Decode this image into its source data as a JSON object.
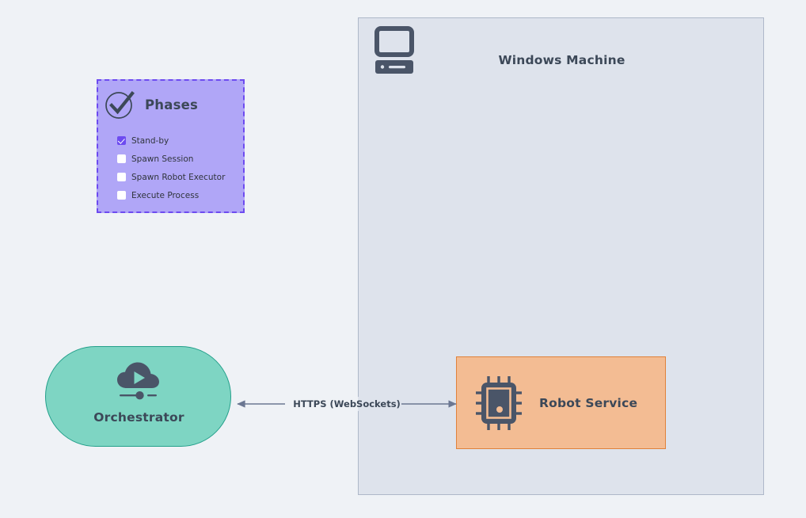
{
  "diagram": {
    "background_color": "#eff2f6",
    "machine": {
      "title": "Windows Machine",
      "icon": "desktop-computer-icon",
      "fill_color": "#dee3ec",
      "border_color": "#aeb8c9"
    },
    "phases": {
      "title": "Phases",
      "icon": "circle-check-icon",
      "fill_color": "#b0a6f7",
      "border_color": "#6d4bf0",
      "border_style": "dashed",
      "items": [
        {
          "label": "Stand-by",
          "checked": true
        },
        {
          "label": "Spawn Session",
          "checked": false
        },
        {
          "label": "Spawn Robot Executor",
          "checked": false
        },
        {
          "label": "Execute Process",
          "checked": false
        }
      ]
    },
    "orchestrator": {
      "label": "Orchestrator",
      "icon": "cloud-play-slider-icon",
      "fill_color": "#7ed5c3",
      "border_color": "#24a08b",
      "shape": "stadium"
    },
    "robot_service": {
      "label": "Robot Service",
      "icon": "cpu-chip-icon",
      "fill_color": "#f3bc93",
      "border_color": "#e0823b",
      "shape": "rectangle"
    },
    "connector": {
      "label": "HTTPS (WebSockets)",
      "direction": "bidirectional",
      "from": "Orchestrator",
      "to": "Robot Service",
      "line_color": "#6b7792"
    }
  }
}
